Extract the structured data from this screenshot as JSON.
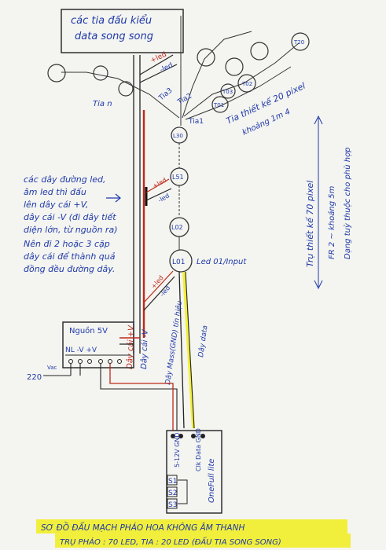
{
  "note_top": {
    "line1": "các tia đấu kiểu",
    "line2": "data song song"
  },
  "labels": {
    "plus_led_top": "+led",
    "minus_led_top": "-led",
    "tia_n": "Tia n",
    "tia3": "Tia3",
    "tia2": "Tia2",
    "tia1": "Tia1",
    "t01": "T01",
    "t02": "T02",
    "t03": "T03",
    "t20": "T20",
    "tia_note1": "Tia thiết kế 20 pixel",
    "tia_note2": "khoảng 1m 4",
    "l30": "L30",
    "l51": "L51",
    "l02": "L02",
    "l01": "L01",
    "led01_input": "Led 01/Input",
    "plus_led_mid": "+led",
    "minus_led_mid": "-led",
    "plus_led_bot": "+led",
    "minus_led_bot": "-led",
    "day_mass": "Dây Mass(GND) tín hiệu",
    "day_data": "Dây data",
    "day_cai_plus": "Dây cái +V",
    "day_cai_minus": "Dây cái -V",
    "nguon": "Nguồn 5V",
    "nguon_terms": "NL  -V  +V",
    "ac_220": "220",
    "vac": "Vac",
    "ctrl_pins_left": "5-12V GND",
    "ctrl_pins_right": "Clk Data GND",
    "ctrl_name": "OneFull lite",
    "s1": "S1",
    "s2": "S2",
    "s3": "S3",
    "side_note": "Trụ thiết kế 70 pixel",
    "side_note2": "FR 2 ~ khoảng 5m",
    "side_note3": "Dạng tuỳ thuộc cho phù hợp",
    "title1": "SƠ ĐỒ ĐẤU MẠCH PHÁO HOA KHÔNG ÂM THANH",
    "title2": "TRỤ PHÁO : 70 LED, TIA : 20 LED (ĐẤU TIA SONG SONG)"
  },
  "left_note": [
    "các dây đường led,",
    "âm led thì đấu",
    "lên dây cái +V,",
    "dây cái -V (đi dây tiết",
    "diện lớn, từ nguồn ra)",
    "Nên đi 2 hoặc 3 cặp",
    "dây cái để thành quả",
    "đồng đều đường dây."
  ],
  "colors": {
    "ink": "#1f3aa8",
    "red": "#c0291b",
    "highlight": "#f2ef3c",
    "pencil": "#333333"
  }
}
